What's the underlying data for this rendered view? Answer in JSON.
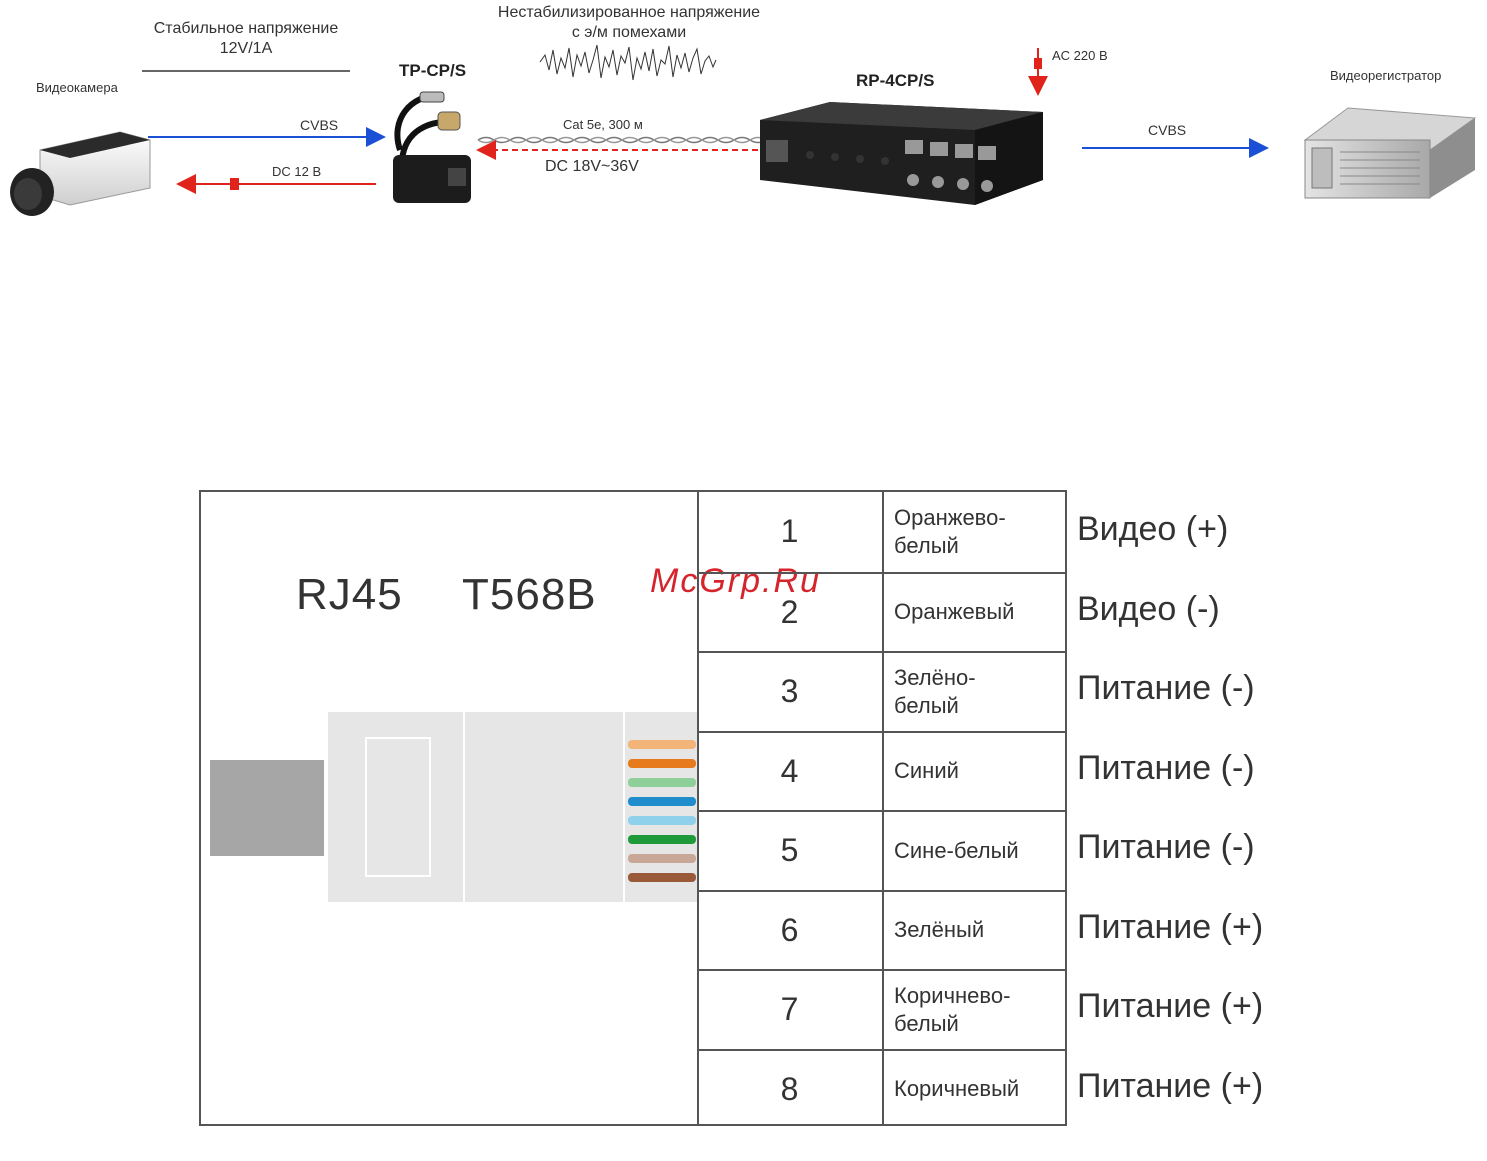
{
  "top": {
    "stable_voltage_line1": "Стабильное напряжение",
    "stable_voltage_line2": "12V/1A",
    "unstable_voltage_line1": "Нестабилизированное напряжение",
    "unstable_voltage_line2": "с э/м помехами",
    "camera_label": "Видеокамера",
    "transceiver_label": "TP-CP/S",
    "receiver_label": "RP-4CP/S",
    "dvr_label": "Видеорегистратор",
    "ac_label": "AC 220 В",
    "cvbs_left": "CVBS",
    "dc12_label": "DC 12 В",
    "cable_label": "Cat 5e, 300 м",
    "dc_range_label": "DC 18V~36V",
    "cvbs_right": "CVBS"
  },
  "pinout": {
    "title": "RJ45",
    "standard": "T568B",
    "watermark": "McGrp.Ru",
    "rows": [
      {
        "pin": "1",
        "color": "Оранжево-\nбелый",
        "function": "Видео (+)"
      },
      {
        "pin": "2",
        "color": "Оранжевый",
        "function": "Видео (-)"
      },
      {
        "pin": "3",
        "color": "Зелёно-\nбелый",
        "function": "Питание (-)"
      },
      {
        "pin": "4",
        "color": "Синий",
        "function": "Питание (-)"
      },
      {
        "pin": "5",
        "color": "Сине-белый",
        "function": "Питание (-)"
      },
      {
        "pin": "6",
        "color": "Зелёный",
        "function": "Питание (+)"
      },
      {
        "pin": "7",
        "color": "Коричнево-\nбелый",
        "function": "Питание (+)"
      },
      {
        "pin": "8",
        "color": "Коричневый",
        "function": "Питание (+)"
      }
    ],
    "wire_colors": [
      "#f3b47a",
      "#e87a1e",
      "#8fcf9a",
      "#1f8ccc",
      "#8fd0ea",
      "#1f9a3a",
      "#c9a796",
      "#9a5a3a"
    ]
  },
  "colors": {
    "video_arrow": "#1a4fd6",
    "power_arrow": "#e0241c"
  }
}
